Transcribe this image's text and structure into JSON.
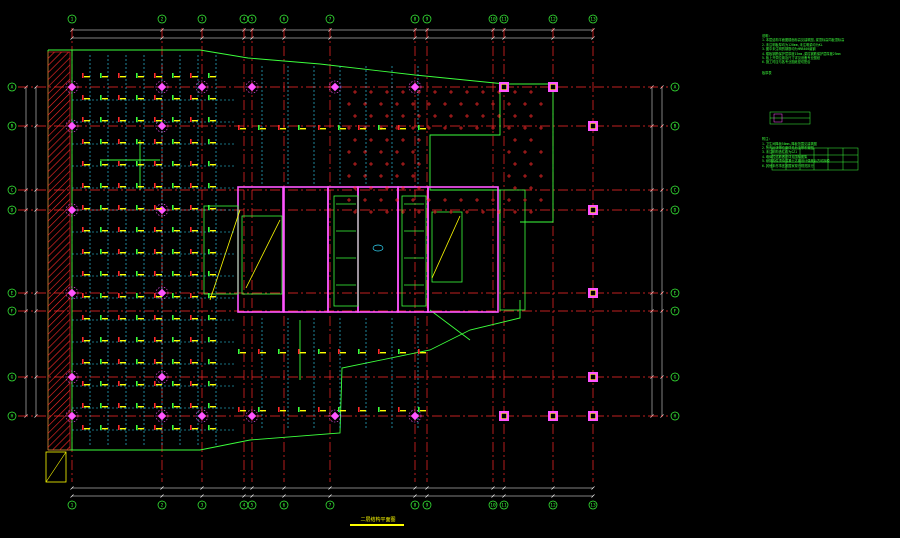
{
  "colors": {
    "background": "#000000",
    "axis_line": "#ff2a2a",
    "outline": "#3cff3c",
    "dimension": "#ffffff",
    "column": "#ff55ff",
    "annotation": "#ffff00",
    "beam_dashed": "#33ddff",
    "hatch": "#ff2a2a"
  },
  "grid": {
    "vertical_axes": [
      {
        "label": "1",
        "pos": 72
      },
      {
        "label": "2",
        "pos": 162
      },
      {
        "label": "3",
        "pos": 202
      },
      {
        "label": "4",
        "pos": 244
      },
      {
        "label": "5",
        "pos": 252
      },
      {
        "label": "6",
        "pos": 284
      },
      {
        "label": "7",
        "pos": 330
      },
      {
        "label": "8",
        "pos": 415
      },
      {
        "label": "9",
        "pos": 427
      },
      {
        "label": "10",
        "pos": 493
      },
      {
        "label": "11",
        "pos": 504
      },
      {
        "label": "12",
        "pos": 553
      },
      {
        "label": "13",
        "pos": 593
      }
    ],
    "horizontal_axes": [
      {
        "label": "A",
        "pos": 87
      },
      {
        "label": "B",
        "pos": 126
      },
      {
        "label": "C",
        "pos": 190
      },
      {
        "label": "D",
        "pos": 210
      },
      {
        "label": "E",
        "pos": 293
      },
      {
        "label": "F",
        "pos": 311
      },
      {
        "label": "G",
        "pos": 377
      },
      {
        "label": "H",
        "pos": 416
      }
    ]
  },
  "notes": {
    "heading": "说明:",
    "lines": [
      "1.本层结构平面图楼面标高见建筑图,梁顶标高同板顶标高",
      "2.未注明板厚均为120mm,未注明梁均为KL",
      "3.图中未注明的钢筋均为HRB400级钢",
      "4.楼板钢筋保护层厚度15mm,梁柱钢筋保护层厚度25mm",
      "5.板上开洞位置及尺寸详见设备专业图纸",
      "6.施工时应与各专业图纸密切配合"
    ],
    "table_title": "板厚表",
    "sub_heading": "附注:",
    "sub_lines": [
      "1.卫生间降板50mm,降板范围见建筑图",
      "2.所有后浇带位置详见后浇带布置图",
      "3.未注明构造柱均为GZ1",
      "4.墙体拉结筋做法详见国标图集",
      "5.悬挑构件须待混凝土达到设计强度后方可拆模",
      "6.其他未尽事宜按国家现行规范执行"
    ]
  },
  "drawing_title": "二层结构平面图"
}
